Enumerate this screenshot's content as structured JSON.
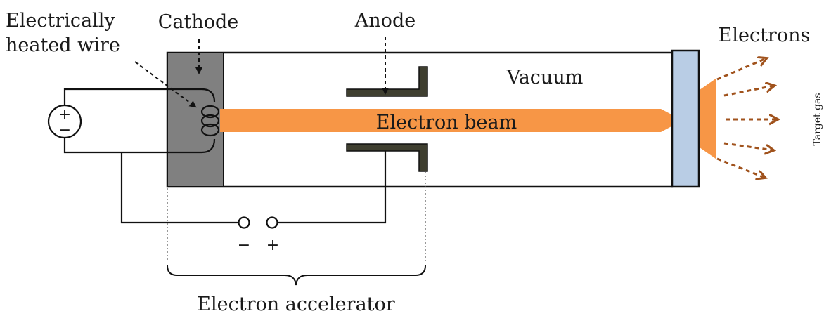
{
  "labels": {
    "heated_wire_line1": "Electrically",
    "heated_wire_line2": "heated wire",
    "cathode": "Cathode",
    "anode": "Anode",
    "vacuum": "Vacuum",
    "electron_beam": "Electron beam",
    "electrons": "Electrons",
    "target_gas": "Target gas",
    "electron_accelerator": "Electron accelerator",
    "minus": "−",
    "plus": "+"
  },
  "colors": {
    "beam": "#f79646",
    "cathode": "#808080",
    "anode": "#3f3f30",
    "window": "#b9cde5",
    "electron_arrows": "#a0521c",
    "wire": "#111111"
  },
  "icons": {
    "power_source": "dc-voltage-source-icon",
    "coil": "heating-coil-icon",
    "terminals": "terminal-pair-icon"
  }
}
